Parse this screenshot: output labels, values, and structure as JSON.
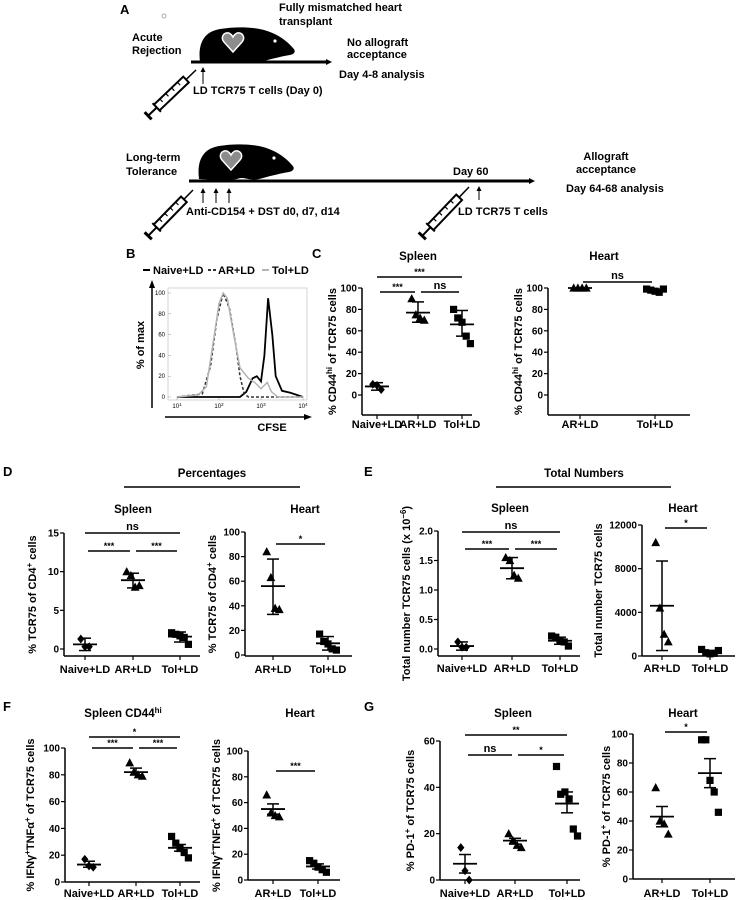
{
  "panel_letters": {
    "A": "A",
    "B": "B",
    "C": "C",
    "D": "D",
    "E": "E",
    "F": "F",
    "G": "G"
  },
  "schematic": {
    "title_line1": "Fully mismatched heart",
    "title_line2": "transplant",
    "acute_line1": "Acute",
    "acute_line2": "Rejection",
    "no_accept_line1": "No allograft",
    "no_accept_line2": "acceptance",
    "day48": "Day 4-8 analysis",
    "ld_day0": "LD TCR75 T cells  (Day 0)",
    "tol_line1": "Long-term",
    "tol_line2": "Tolerance",
    "day60": "Day 60",
    "accept_line1": "Allograft",
    "accept_line2": "acceptance",
    "day6468": "Day 64-68 analysis",
    "treatment": "Anti-CD154 + DST d0, d7, d14",
    "ld_cells": "LD TCR75 T cells",
    "colors": {
      "mouse": "#000000",
      "heart": "#8c8c8c"
    }
  },
  "headers": {
    "percentages": "Percentages",
    "total_numbers": "Total Numbers"
  },
  "chart_data": [
    {
      "id": "B_hist",
      "type": "line",
      "xscale": "log",
      "xlim": [
        10,
        10000
      ],
      "ylim": [
        0,
        100
      ],
      "xlabel": "CFSE",
      "ylabel": "% of max",
      "xticks": [
        {
          "base": "10",
          "exp": "1"
        },
        {
          "base": "10",
          "exp": "2"
        },
        {
          "base": "10",
          "exp": "3"
        },
        {
          "base": "10",
          "exp": "4"
        }
      ],
      "yticks": [
        "0",
        "20",
        "40",
        "60",
        "80",
        "100"
      ],
      "legend_position": "top",
      "series": [
        {
          "name": "Naive+LD",
          "style": "solid",
          "color": "#000000",
          "x": [
            10,
            316,
            447,
            631,
            794,
            1000,
            1202,
            1479,
            1862,
            2239,
            3162,
            5012,
            10000
          ],
          "y": [
            0,
            0,
            5,
            18,
            20,
            15,
            40,
            95,
            60,
            20,
            6,
            4,
            0
          ]
        },
        {
          "name": "AR+LD",
          "style": "dashed",
          "color": "#333333",
          "x": [
            10,
            40,
            63,
            89,
            126,
            178,
            251,
            316,
            398,
            501,
            10000
          ],
          "y": [
            0,
            3,
            30,
            75,
            100,
            85,
            50,
            20,
            3,
            0,
            0
          ]
        },
        {
          "name": "Tol+LD",
          "style": "solid",
          "color": "#b4b4b4",
          "x": [
            10,
            32,
            50,
            71,
            100,
            126,
            158,
            224,
            316,
            501,
            708,
            1000,
            1413,
            1778,
            2512,
            10000
          ],
          "y": [
            0,
            2,
            10,
            50,
            90,
            100,
            95,
            60,
            28,
            18,
            14,
            8,
            14,
            5,
            0,
            0
          ]
        }
      ]
    },
    {
      "id": "C_spleen",
      "type": "scatter",
      "title": [
        {
          "t": "Spleen"
        }
      ],
      "ylabel": [
        {
          "t": "% CD44"
        },
        {
          "t": "hi",
          "sup": true
        },
        {
          "t": " of TCR75 cells"
        }
      ],
      "ylim": [
        0,
        100
      ],
      "yticks": [
        0,
        20,
        40,
        60,
        80,
        100
      ],
      "ytick_labels": [
        "0",
        "20",
        "40",
        "60",
        "80",
        "100"
      ],
      "categories": [
        "Naive+LD",
        "AR+LD",
        "Tol+LD"
      ],
      "markers": [
        "diamond",
        "triangle",
        "square"
      ],
      "groups": [
        {
          "values": [
            10,
            9,
            5
          ],
          "mean": 8,
          "err": [
            4.5,
            11.5
          ]
        },
        {
          "values": [
            90,
            75,
            72,
            70
          ],
          "mean": 77,
          "err": [
            68,
            87
          ]
        },
        {
          "values": [
            80,
            72,
            68,
            55,
            48
          ],
          "mean": 66,
          "err": [
            55,
            79
          ]
        }
      ],
      "significance": [
        {
          "from": 0,
          "to": 2,
          "label": "***",
          "row": 1
        },
        {
          "from": 0,
          "to": 1,
          "label": "***",
          "row": 0
        },
        {
          "from": 1,
          "to": 2,
          "label": "ns",
          "row": 0
        }
      ]
    },
    {
      "id": "C_heart",
      "type": "scatter",
      "title": [
        {
          "t": "Heart"
        }
      ],
      "ylabel": [
        {
          "t": "% CD44"
        },
        {
          "t": "hi",
          "sup": true
        },
        {
          "t": " of TCR75 cells"
        }
      ],
      "ylim": [
        0,
        100
      ],
      "yticks": [
        0,
        20,
        40,
        60,
        80,
        100
      ],
      "ytick_labels": [
        "0",
        "20",
        "40",
        "60",
        "80",
        "100"
      ],
      "categories": [
        "AR+LD",
        "Tol+LD"
      ],
      "markers": [
        "triangle",
        "square"
      ],
      "groups": [
        {
          "values": [
            100,
            100,
            100,
            100
          ],
          "mean": 100,
          "err": [
            99,
            100
          ]
        },
        {
          "values": [
            99,
            98,
            97,
            96,
            99
          ],
          "mean": 98,
          "err": [
            97,
            99
          ]
        }
      ],
      "significance": [
        {
          "from": 0,
          "to": 1,
          "label": "ns",
          "row": 1
        }
      ]
    },
    {
      "id": "D_spleen",
      "type": "scatter",
      "title": [
        {
          "t": "Spleen"
        }
      ],
      "ylabel": [
        {
          "t": "% TCR75 of CD4"
        },
        {
          "t": "+",
          "sup": true
        },
        {
          "t": " cells"
        }
      ],
      "ylim": [
        0,
        15
      ],
      "yticks": [
        0,
        5,
        10,
        15
      ],
      "ytick_labels": [
        "0",
        "5",
        "10",
        "15"
      ],
      "categories": [
        "Naive+LD",
        "AR+LD",
        "Tol+LD"
      ],
      "markers": [
        "diamond",
        "triangle",
        "square"
      ],
      "groups": [
        {
          "values": [
            1.3,
            0.3,
            0.3
          ],
          "mean": 0.6,
          "err": [
            -0.2,
            1.4
          ]
        },
        {
          "values": [
            10,
            9.5,
            8.0,
            8.2
          ],
          "mean": 8.9,
          "err": [
            7.9,
            9.8
          ]
        },
        {
          "values": [
            2.1,
            1.9,
            1.7,
            1.5,
            0.6
          ],
          "mean": 1.6,
          "err": [
            0.9,
            2.2
          ]
        }
      ],
      "significance": [
        {
          "from": 0,
          "to": 2,
          "label": "ns",
          "row": 1
        },
        {
          "from": 0,
          "to": 1,
          "label": "***",
          "row": 0
        },
        {
          "from": 1,
          "to": 2,
          "label": "***",
          "row": 0
        }
      ]
    },
    {
      "id": "D_heart",
      "type": "scatter",
      "title": [
        {
          "t": "Heart"
        }
      ],
      "ylabel": [
        {
          "t": "% TCR75 of CD4"
        },
        {
          "t": "+",
          "sup": true
        },
        {
          "t": " cells"
        }
      ],
      "ylim": [
        0,
        100
      ],
      "yticks": [
        0,
        20,
        40,
        60,
        80,
        100
      ],
      "ytick_labels": [
        "0",
        "20",
        "40",
        "60",
        "80",
        "100"
      ],
      "categories": [
        "AR+LD",
        "Tol+LD"
      ],
      "markers": [
        "triangle",
        "square"
      ],
      "groups": [
        {
          "values": [
            84,
            63,
            38,
            37
          ],
          "mean": 56,
          "err": [
            33,
            78
          ]
        },
        {
          "values": [
            17,
            11,
            9,
            5,
            4
          ],
          "mean": 9.5,
          "err": [
            4,
            15
          ]
        }
      ],
      "significance": [
        {
          "from": 0,
          "to": 1,
          "label": "*",
          "row": 1
        }
      ]
    },
    {
      "id": "E_spleen",
      "type": "scatter",
      "title": [
        {
          "t": "Spleen"
        }
      ],
      "ylabel": [
        {
          "t": "Total number TCR75 cells (x 10"
        },
        {
          "t": "−6",
          "sup": true
        },
        {
          "t": ")"
        }
      ],
      "ylim": [
        0,
        2
      ],
      "yticks": [
        0,
        0.5,
        1,
        1.5,
        2
      ],
      "ytick_labels": [
        "0.0",
        "0.5",
        "1.0",
        "1.5",
        "2.0"
      ],
      "categories": [
        "Naive+LD",
        "AR+LD",
        "Tol+LD"
      ],
      "markers": [
        "diamond",
        "triangle",
        "square"
      ],
      "groups": [
        {
          "values": [
            0.12,
            0.03,
            0.03
          ],
          "mean": 0.05,
          "err": [
            -0.02,
            0.12
          ]
        },
        {
          "values": [
            1.55,
            1.5,
            1.25,
            1.2
          ],
          "mean": 1.37,
          "err": [
            1.19,
            1.55
          ]
        },
        {
          "values": [
            0.22,
            0.2,
            0.15,
            0.12,
            0.05
          ],
          "mean": 0.14,
          "err": [
            0.08,
            0.2
          ]
        }
      ],
      "significance": [
        {
          "from": 0,
          "to": 2,
          "label": "ns",
          "row": 1
        },
        {
          "from": 0,
          "to": 1,
          "label": "***",
          "row": 0
        },
        {
          "from": 1,
          "to": 2,
          "label": "***",
          "row": 0
        }
      ]
    },
    {
      "id": "E_heart",
      "type": "scatter",
      "title": [
        {
          "t": "Heart"
        }
      ],
      "ylabel": [
        {
          "t": "Total number TCR75 cells"
        }
      ],
      "ylim": [
        0,
        12000
      ],
      "yticks": [
        0,
        4000,
        8000,
        12000
      ],
      "ytick_labels": [
        "0",
        "4000",
        "8000",
        "12000"
      ],
      "categories": [
        "AR+LD",
        "Tol+LD"
      ],
      "markers": [
        "triangle",
        "square"
      ],
      "groups": [
        {
          "values": [
            10400,
            4400,
            2000,
            1300
          ],
          "mean": 4600,
          "err": [
            500,
            8700
          ]
        },
        {
          "values": [
            600,
            300,
            200,
            250,
            500
          ],
          "mean": 360,
          "err": [
            200,
            500
          ]
        }
      ],
      "significance": [
        {
          "from": 0,
          "to": 1,
          "label": "*",
          "row": 1
        }
      ]
    },
    {
      "id": "F_spleen",
      "type": "scatter",
      "title": [
        {
          "t": "Spleen CD44"
        },
        {
          "t": "hi",
          "sup": true
        }
      ],
      "ylabel": [
        {
          "t": "% IFNγ"
        },
        {
          "t": "+",
          "sup": true
        },
        {
          "t": "TNFα"
        },
        {
          "t": "+",
          "sup": true
        },
        {
          "t": " of TCR75 cells"
        }
      ],
      "ylim": [
        0,
        100
      ],
      "yticks": [
        0,
        20,
        40,
        60,
        80,
        100
      ],
      "ytick_labels": [
        "0",
        "20",
        "40",
        "60",
        "80",
        "100"
      ],
      "categories": [
        "Naive+LD",
        "AR+LD",
        "Tol+LD"
      ],
      "markers": [
        "diamond",
        "triangle",
        "square"
      ],
      "groups": [
        {
          "values": [
            17,
            12,
            11
          ],
          "mean": 13,
          "err": [
            11,
            15.5
          ]
        },
        {
          "values": [
            89,
            82,
            80,
            79
          ],
          "mean": 82,
          "err": [
            80,
            85
          ]
        },
        {
          "values": [
            34,
            29,
            25,
            22,
            18
          ],
          "mean": 25.5,
          "err": [
            23,
            28
          ]
        }
      ],
      "significance": [
        {
          "from": 0,
          "to": 2,
          "label": "*",
          "row": 1
        },
        {
          "from": 0,
          "to": 1,
          "label": "***",
          "row": 0
        },
        {
          "from": 1,
          "to": 2,
          "label": "***",
          "row": 0
        }
      ]
    },
    {
      "id": "F_heart",
      "type": "scatter",
      "title": [
        {
          "t": "Heart"
        }
      ],
      "ylabel": [
        {
          "t": "% IFNγ"
        },
        {
          "t": "+",
          "sup": true
        },
        {
          "t": "TNFα"
        },
        {
          "t": "+",
          "sup": true
        },
        {
          "t": " of TCR75 cells"
        }
      ],
      "ylim": [
        0,
        100
      ],
      "yticks": [
        0,
        20,
        40,
        60,
        80,
        100
      ],
      "ytick_labels": [
        "0",
        "20",
        "40",
        "60",
        "80",
        "100"
      ],
      "categories": [
        "AR+LD",
        "Tol+LD"
      ],
      "markers": [
        "triangle",
        "square"
      ],
      "groups": [
        {
          "values": [
            66,
            52,
            50,
            49
          ],
          "mean": 55,
          "err": [
            51,
            59
          ]
        },
        {
          "values": [
            15,
            13,
            10,
            8,
            6
          ],
          "mean": 10.5,
          "err": [
            8.5,
            12.5
          ]
        }
      ],
      "significance": [
        {
          "from": 0,
          "to": 1,
          "label": "***",
          "row": 1
        }
      ]
    },
    {
      "id": "G_spleen",
      "type": "scatter",
      "title": [
        {
          "t": "Spleen"
        }
      ],
      "ylabel": [
        {
          "t": "% PD-1"
        },
        {
          "t": "+",
          "sup": true
        },
        {
          "t": " of TCR75 cells"
        }
      ],
      "ylim": [
        0,
        60
      ],
      "yticks": [
        0,
        20,
        40,
        60
      ],
      "ytick_labels": [
        "0",
        "20",
        "40",
        "60"
      ],
      "categories": [
        "Naive+LD",
        "AR+LD",
        "Tol+LD"
      ],
      "markers": [
        "diamond",
        "triangle",
        "square"
      ],
      "groups": [
        {
          "values": [
            14,
            4,
            0
          ],
          "mean": 7,
          "err": [
            3,
            11
          ]
        },
        {
          "values": [
            20,
            17,
            15,
            14
          ],
          "mean": 17,
          "err": [
            15.5,
            18
          ]
        },
        {
          "values": [
            49,
            37,
            38,
            35,
            22,
            19
          ],
          "mean": 33,
          "err": [
            29,
            38
          ]
        }
      ],
      "significance": [
        {
          "from": 0,
          "to": 2,
          "label": "**",
          "row": 1
        },
        {
          "from": 0,
          "to": 1,
          "label": "ns",
          "row": 0
        },
        {
          "from": 1,
          "to": 2,
          "label": "*",
          "row": 0
        }
      ]
    },
    {
      "id": "G_heart",
      "type": "scatter",
      "title": [
        {
          "t": "Heart"
        }
      ],
      "ylabel": [
        {
          "t": "% PD-1"
        },
        {
          "t": "+",
          "sup": true
        },
        {
          "t": " of TCR75 cells"
        }
      ],
      "ylim": [
        0,
        100
      ],
      "yticks": [
        0,
        20,
        40,
        60,
        80,
        100
      ],
      "ytick_labels": [
        "0",
        "20",
        "40",
        "60",
        "80",
        "100"
      ],
      "categories": [
        "AR+LD",
        "Tol+LD"
      ],
      "markers": [
        "triangle",
        "square"
      ],
      "groups": [
        {
          "values": [
            63,
            40,
            38,
            31
          ],
          "mean": 43,
          "err": [
            36,
            50
          ]
        },
        {
          "values": [
            96,
            96,
            68,
            60,
            46
          ],
          "mean": 73,
          "err": [
            63,
            83
          ]
        }
      ],
      "significance": [
        {
          "from": 0,
          "to": 1,
          "label": "*",
          "row": 1
        }
      ]
    }
  ]
}
